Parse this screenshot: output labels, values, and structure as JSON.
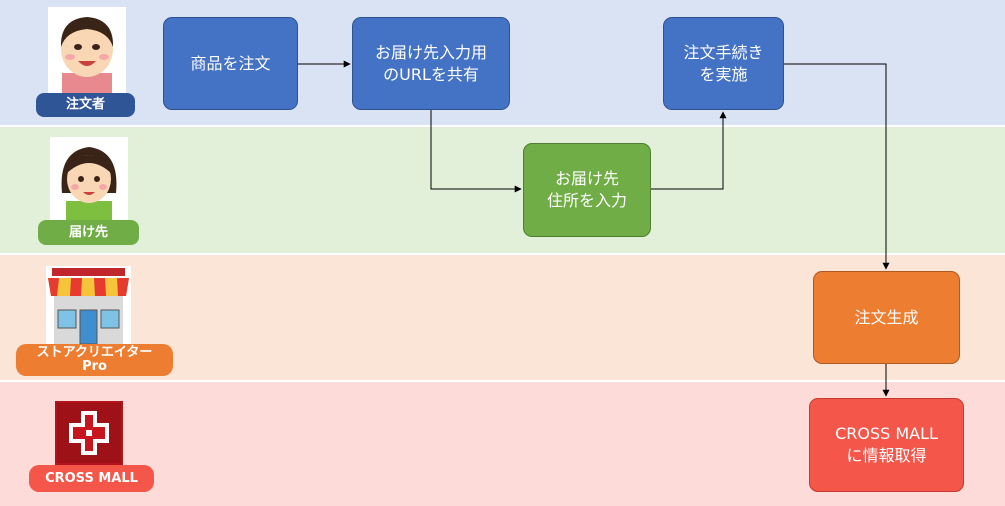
{
  "lanes": [
    {
      "actor": "注文者",
      "label_color": "#2f5597"
    },
    {
      "actor": "届け先",
      "label_color": "#70ad47"
    },
    {
      "actor": "ストアクリエイター\nPro",
      "label_color": "#ed7d31"
    },
    {
      "actor": "CROSS MALL",
      "label_color": "#f4564a"
    }
  ],
  "icons": {
    "orderer": "person-smiling-icon",
    "recipient": "person-woman-icon",
    "store": "storefront-icon",
    "crossmall": "crossmall-logo-icon"
  },
  "steps": {
    "order_product": "商品を注文",
    "share_url": "お届け先入力用\nのURLを共有",
    "input_address": "お届け先\n住所を入力",
    "checkout": "注文手続き\nを実施",
    "create_order": "注文生成",
    "fetch_info": "CROSS MALL\nに情報取得"
  },
  "colors": {
    "blue": "#4472c4",
    "green": "#70ad47",
    "orange": "#ed7d31",
    "red": "#f4564a",
    "arrow": "#000000"
  }
}
